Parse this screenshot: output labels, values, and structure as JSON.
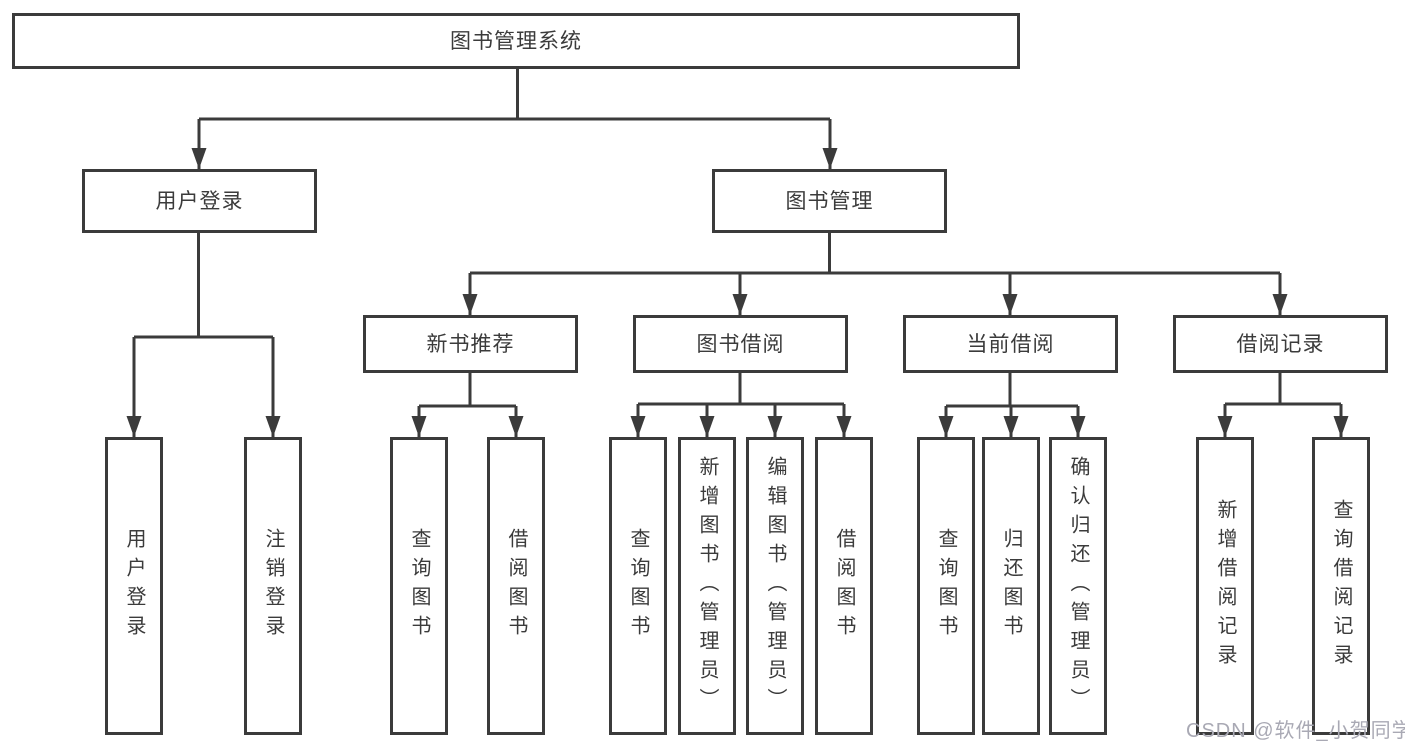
{
  "diagram": {
    "watermark": "CSDN @软件_小贺同学",
    "colors": {
      "line": "#3b3b3b",
      "box_border": "#3b3b3b",
      "text": "#3b3b3b",
      "watermark": "#a9a9b4",
      "background": "#ffffff"
    }
  },
  "nodes": {
    "root": {
      "label": "图书管理系统"
    },
    "user_login": {
      "label": "用户登录"
    },
    "book_mgmt": {
      "label": "图书管理"
    },
    "new_book_rec": {
      "label": "新书推荐"
    },
    "book_borrow": {
      "label": "图书借阅"
    },
    "current_borrow": {
      "label": "当前借阅"
    },
    "borrow_record": {
      "label": "借阅记录"
    },
    "leaf_user_login": {
      "label": "用户登录"
    },
    "leaf_logout": {
      "label": "注销登录"
    },
    "leaf_rec_query": {
      "label": "查询图书"
    },
    "leaf_rec_borrow": {
      "label": "借阅图书"
    },
    "leaf_bb_query": {
      "label": "查询图书"
    },
    "leaf_bb_add": {
      "label": "新增图书（管理员）"
    },
    "leaf_bb_edit": {
      "label": "编辑图书（管理员）"
    },
    "leaf_bb_borrow": {
      "label": "借阅图书"
    },
    "leaf_cb_query": {
      "label": "查询图书"
    },
    "leaf_cb_return": {
      "label": "归还图书"
    },
    "leaf_cb_confirm": {
      "label": "确认归还（管理员）"
    },
    "leaf_br_add": {
      "label": "新增借阅记录"
    },
    "leaf_br_query": {
      "label": "查询借阅记录"
    }
  }
}
